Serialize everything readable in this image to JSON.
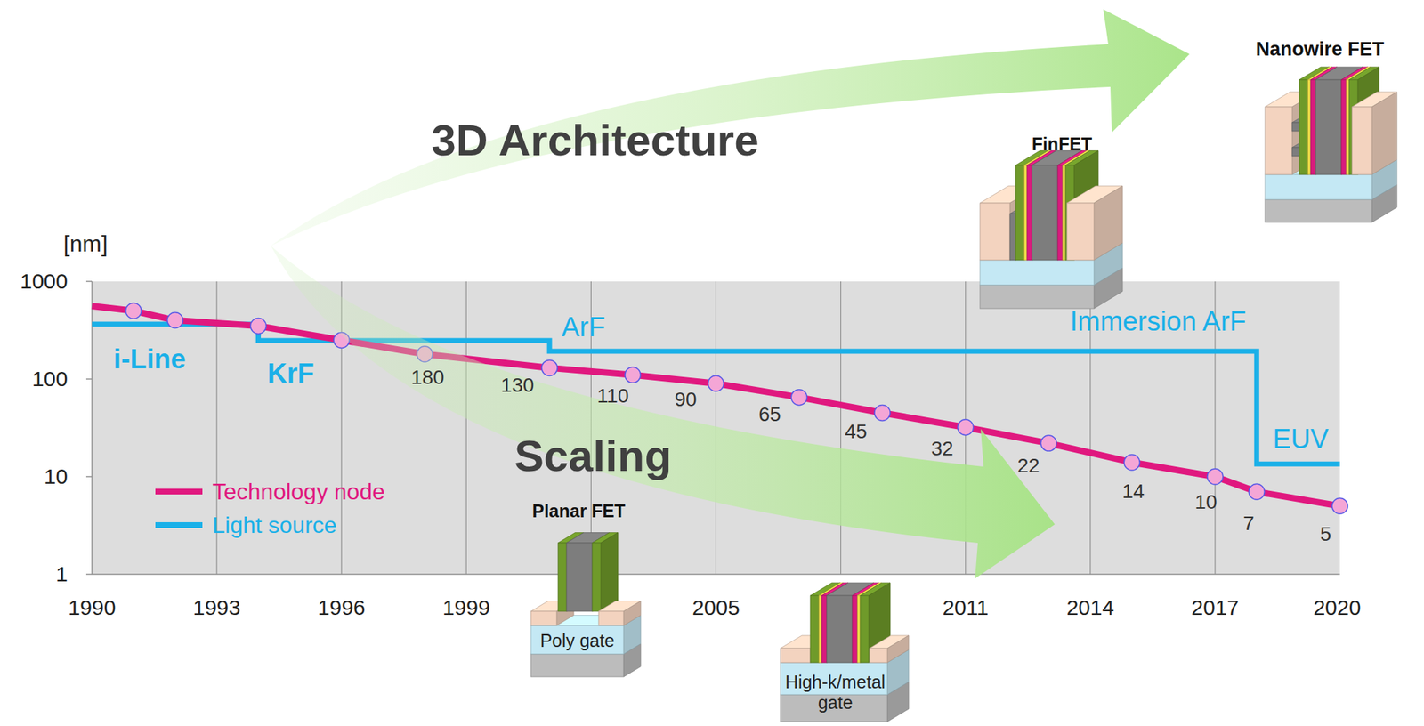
{
  "diagram": {
    "labels": [
      "3D Architecture",
      "Scaling",
      "Nanowire FET",
      "FinFET",
      "Planar FET",
      "Poly gate",
      "High-k/metal gate",
      "[nm]",
      "1000",
      "100",
      "10",
      "1",
      "1990",
      "1993",
      "1996",
      "1999",
      "2005",
      "2011",
      "2014",
      "2017",
      "2020",
      "i-Line",
      "KrF",
      "ArF",
      "Immersion ArF",
      "EUV",
      "180",
      "130",
      "110",
      "90",
      "65",
      "45",
      "32",
      "22",
      "14",
      "10",
      "7",
      "5"
    ],
    "legend": [
      {
        "text": "Technology node",
        "color": "#e0187f"
      },
      {
        "text": "Light source",
        "color": "#1ab0e8"
      }
    ]
  }
}
